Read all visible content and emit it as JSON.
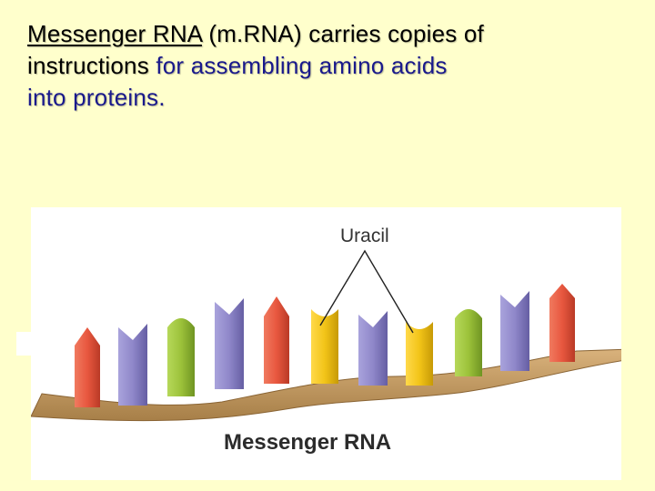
{
  "slide": {
    "term": "Messenger RNA",
    "line1_rest": " (m.RNA) carries copies of",
    "line2_start": "instructions ",
    "line2_blue": "for assembling amino acids",
    "line3_blue": "into proteins."
  },
  "diagram": {
    "uracil_label": "Uracil",
    "mrna_label": "Messenger RNA"
  },
  "colors": {
    "background": "#ffffcc",
    "text_blue": "#1a1a8c",
    "red_base": "#e8573f",
    "purple_base": "#8f87c9",
    "green_base": "#9cc23a",
    "yellow_base": "#f2c418",
    "backbone": "#c8a06a"
  }
}
